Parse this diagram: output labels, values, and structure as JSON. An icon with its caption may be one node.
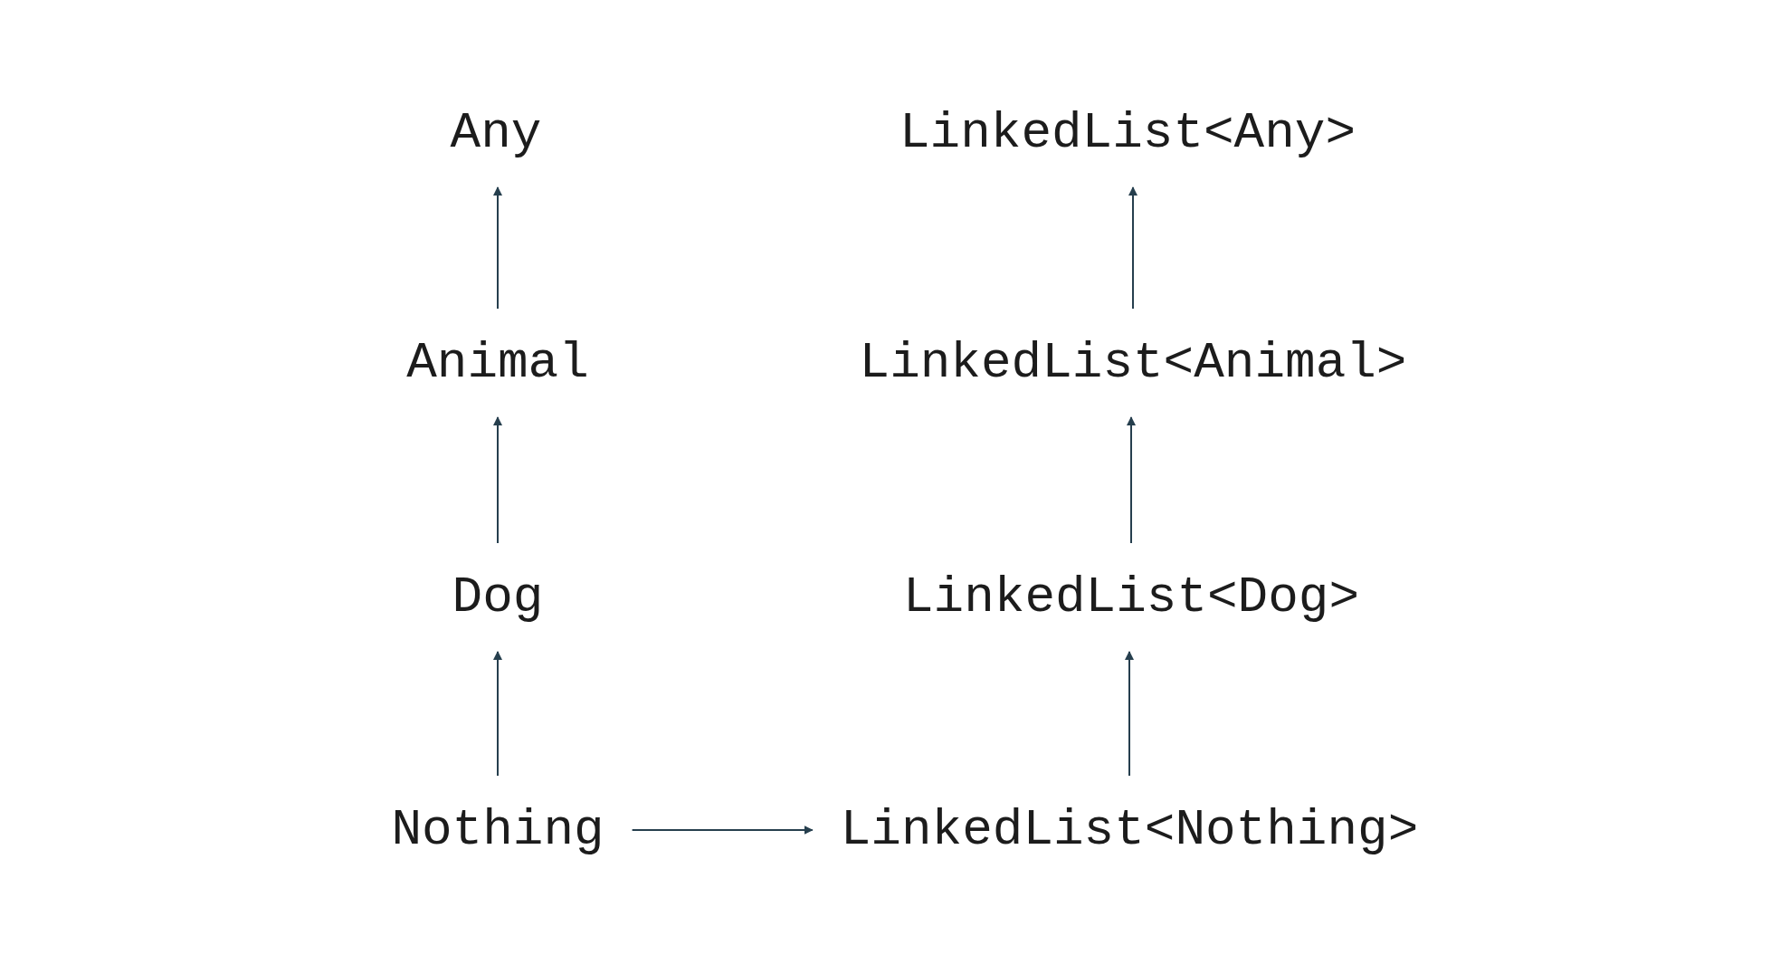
{
  "diagram": {
    "nodes": [
      {
        "text": [
          "Any"
        ]
      },
      {
        "text": [
          "LinkedList<Any>"
        ]
      },
      {
        "text": [
          "Animal"
        ]
      },
      {
        "text": [
          "LinkedList<Animal>"
        ]
      },
      {
        "text": [
          "Dog"
        ]
      },
      {
        "text": [
          "LinkedList<Dog>"
        ]
      },
      {
        "text": [
          "Nothing"
        ]
      },
      {
        "text": [
          "LinkedList<Nothing>"
        ]
      }
    ],
    "edges": [
      {
        "from": 2,
        "to": 0,
        "arrow": "to"
      },
      {
        "from": 3,
        "to": 1,
        "arrow": "to"
      },
      {
        "from": 4,
        "to": 2,
        "arrow": "to"
      },
      {
        "from": 5,
        "to": 3,
        "arrow": "to"
      },
      {
        "from": 6,
        "to": 4,
        "arrow": "to"
      },
      {
        "from": 7,
        "to": 5,
        "arrow": "to"
      },
      {
        "from": 6,
        "to": 7,
        "arrow": "to"
      }
    ]
  }
}
